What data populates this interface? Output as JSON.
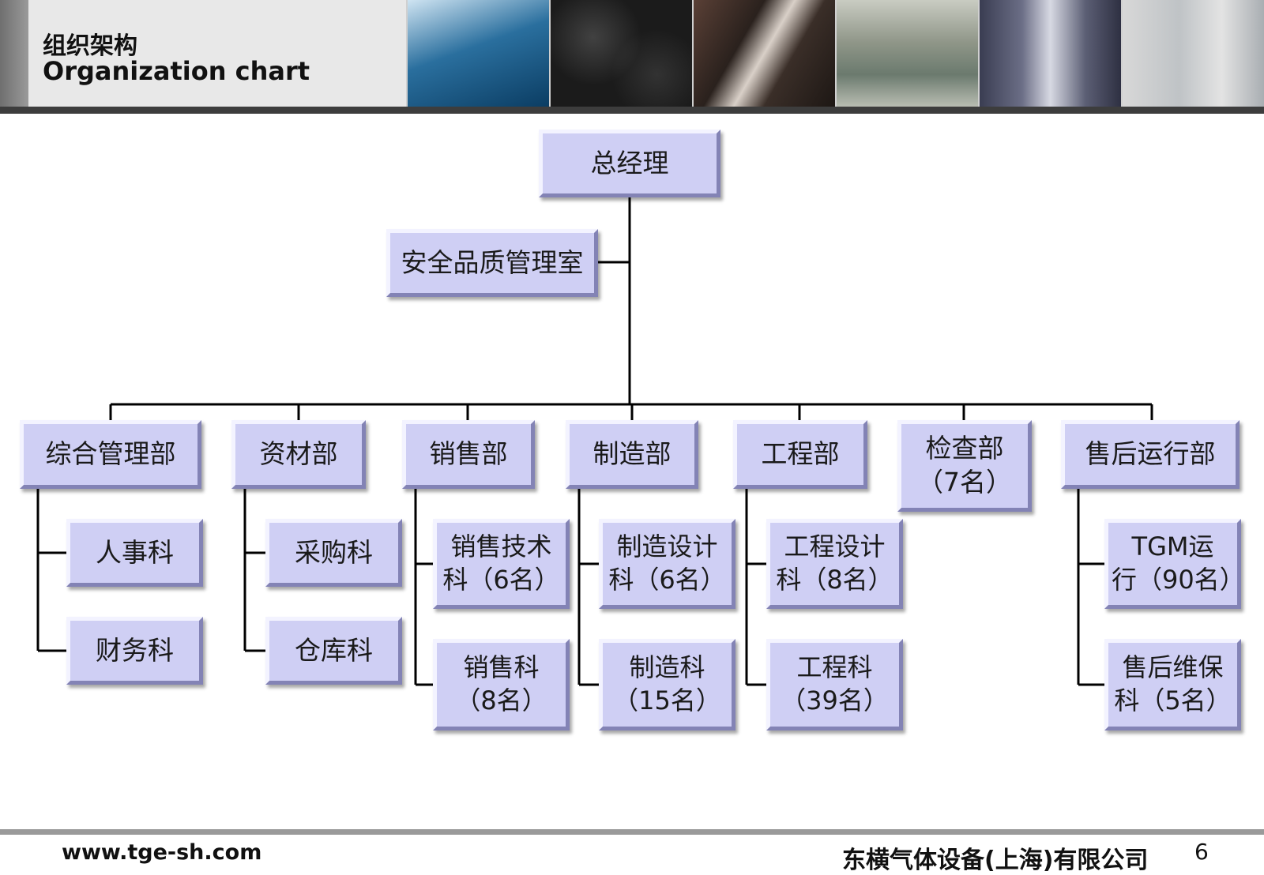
{
  "header": {
    "title_cn": "组织架构",
    "title_en": "Organization chart",
    "photos": [
      "cleanroom-photo",
      "gas-cylinders-photo",
      "pipes-photo",
      "factory-photo",
      "cabinet-photo",
      "control-panel-photo"
    ]
  },
  "org": {
    "root": "总经理",
    "staff": "安全品质管理室",
    "departments": [
      {
        "label": "综合管理部",
        "sections": [
          "人事科",
          "财务科"
        ]
      },
      {
        "label": "资材部",
        "sections": [
          "采购科",
          "仓库科"
        ]
      },
      {
        "label": "销售部",
        "sections": [
          "销售技术\n科（6名）",
          "销售科\n（8名）"
        ]
      },
      {
        "label": "制造部",
        "sections": [
          "制造设计\n科（6名）",
          "制造科\n（15名）"
        ]
      },
      {
        "label": "工程部",
        "sections": [
          "工程设计\n科（8名）",
          "工程科\n（39名）"
        ]
      },
      {
        "label": "检查部\n（7名）",
        "sections": []
      },
      {
        "label": "售后运行部",
        "sections": [
          "TGM运\n行（90名）",
          "售后维保\n科（5名）"
        ]
      }
    ]
  },
  "footer": {
    "url": "www.tge-sh.com",
    "company": "东横气体设备(上海)有限公司",
    "page": "6"
  },
  "colors": {
    "node_fill": "#cfcff4",
    "line": "#000000",
    "header_bar": "#3d3d3d"
  }
}
